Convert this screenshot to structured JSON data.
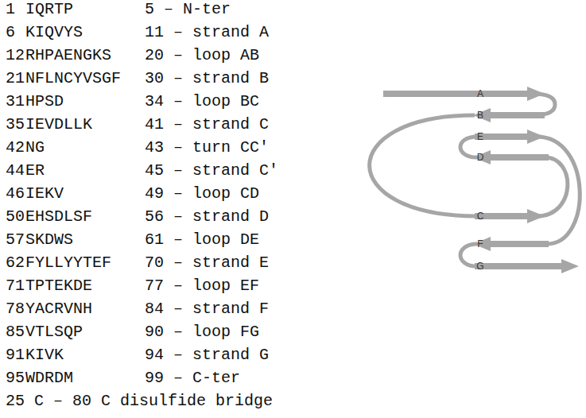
{
  "diagram": {
    "labels": [
      "1",
      "IQRTP",
      "5 – N-ter",
      "6",
      "KIQVYS",
      "11 – strand A",
      "12",
      "RHPAENGKS",
      "20 – loop AB",
      "21",
      "NFLNCYVSGF",
      "30 – strand B",
      "31",
      "HPSD",
      "34 – loop BC",
      "35",
      "IEVDLLK",
      "41 – strand C",
      "42",
      "NG",
      "43 – turn CC'",
      "44",
      "ER",
      "45 – strand C'",
      "46",
      "IEKV",
      "49 – loop CD",
      "50",
      "EHSDLSF",
      "56 – strand D",
      "57",
      "SKDWS",
      "61 – loop DE",
      "62",
      "FYLLYYTEF",
      "70 – strand E",
      "71",
      "TPTEKDE",
      "77 – loop EF",
      "78",
      "YACRVNH",
      "84 – strand F",
      "85",
      "VTLSQP",
      "90 – loop FG",
      "91",
      "KIVK",
      "94 – strand G",
      "95",
      "WDRDM",
      "99 – C-ter",
      "25 C – 80 C disulfide bridge",
      "A",
      "B",
      "E",
      "D",
      "C",
      "F",
      "G"
    ]
  }
}
